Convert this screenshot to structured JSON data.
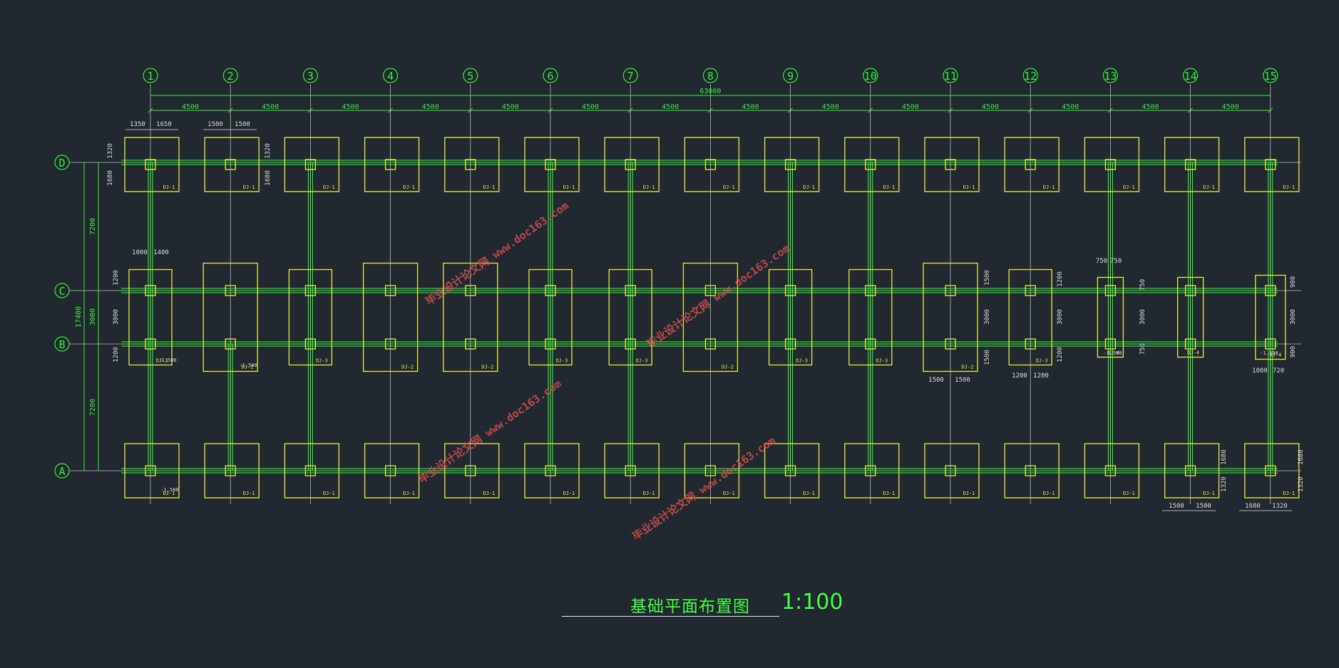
{
  "drawing": {
    "title": "基础平面布置图",
    "scale": "1:100",
    "total_length": "63000",
    "total_width": "17400",
    "grid_columns": [
      "1",
      "2",
      "3",
      "4",
      "5",
      "6",
      "7",
      "8",
      "9",
      "10",
      "11",
      "12",
      "13",
      "14",
      "15"
    ],
    "column_spacing": "4500",
    "grid_rows": [
      "D",
      "C",
      "B",
      "A"
    ],
    "row_spacings": [
      "7200",
      "3000",
      "7200"
    ],
    "edge_row_dims": [
      {
        "first": "1350",
        "second": "1650"
      },
      {
        "first": "1500",
        "second": "1500"
      }
    ],
    "edge_vertical_dims": [
      "1320",
      "1680"
    ],
    "middle_row_dims": [
      {
        "label": "1000",
        "label2": "1400"
      },
      {
        "label": "1500",
        "label2": "1500"
      },
      {
        "label": "1200",
        "label2": "1200"
      },
      {
        "label": "750",
        "label2": "750"
      },
      {
        "label": "1080",
        "label2": "720"
      }
    ],
    "middle_vertical_dims": [
      "1200",
      "3000",
      "1500",
      "750",
      "900"
    ],
    "bottom_dims": [
      {
        "first": "1500",
        "second": "1500"
      },
      {
        "first": "1680",
        "second": "1320"
      }
    ],
    "footing_tags": [
      "DJ-1",
      "DJ-2",
      "DJ-3",
      "DJ-4"
    ],
    "elevation_note": "-1.500",
    "watermark": "毕业设计论文网 www.doc163.com"
  },
  "colors": {
    "background": "#212830",
    "grid_line": "#b8b8b8",
    "beam": "#33ff33",
    "footing": "#e8e84a",
    "dimension": "#33ee33",
    "watermark": "#e05050"
  }
}
